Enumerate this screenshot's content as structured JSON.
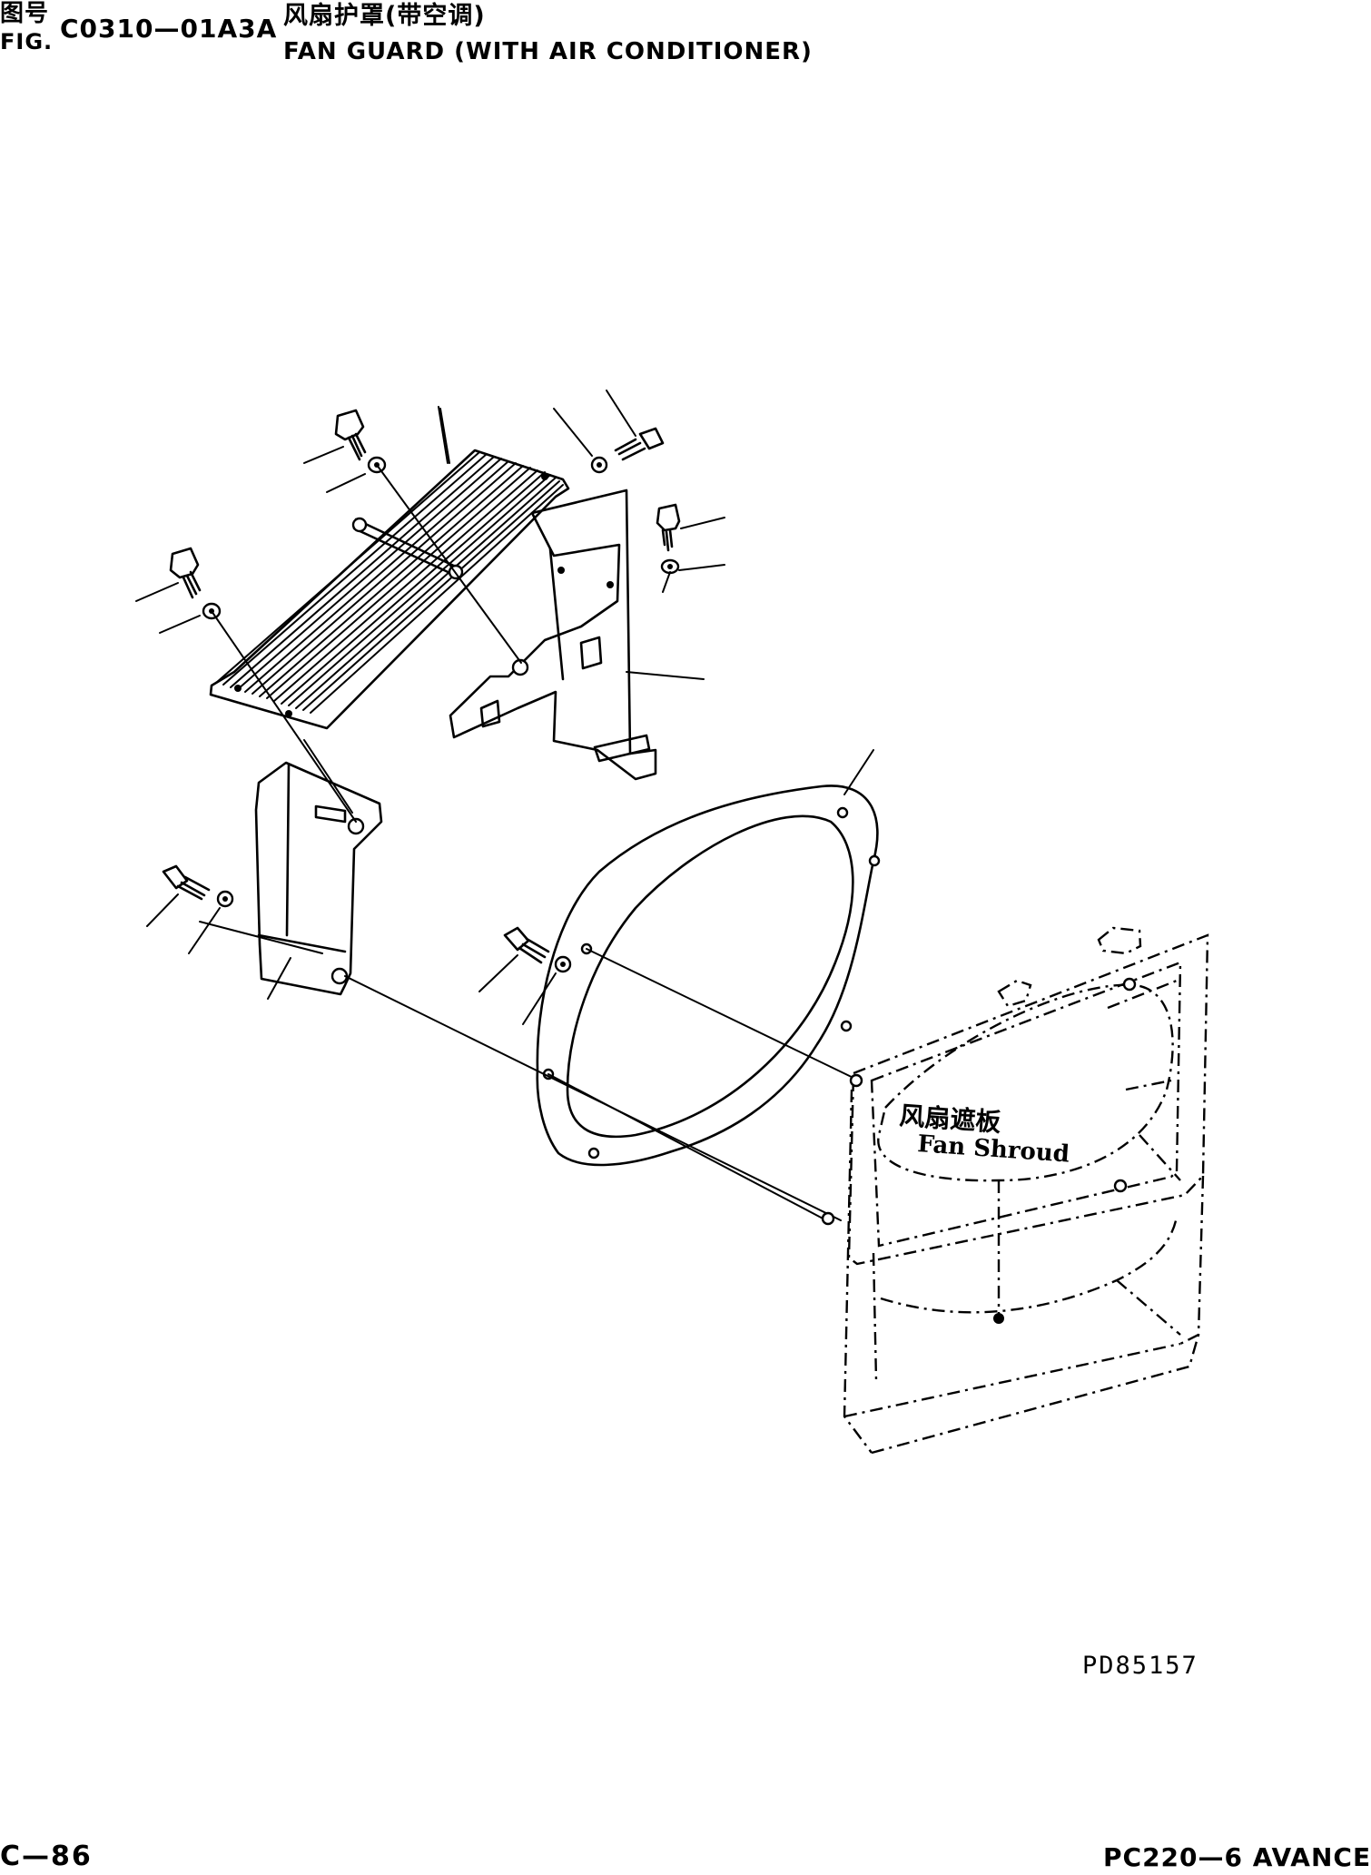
{
  "header": {
    "cn_label": "图号",
    "fig_label": "FIG.",
    "number": "C0310—01A3A",
    "title_cn": "风扇护罩(带空调)",
    "title_en": "FAN GUARD (WITH AIR CONDITIONER)"
  },
  "figure": {
    "shroud_label_cn": "风扇遮板",
    "shroud_label_en": "Fan Shroud"
  },
  "footer": {
    "drawing_no": "PD85157",
    "page_no": "C—86",
    "model": "PC220—6 AVANCE"
  }
}
